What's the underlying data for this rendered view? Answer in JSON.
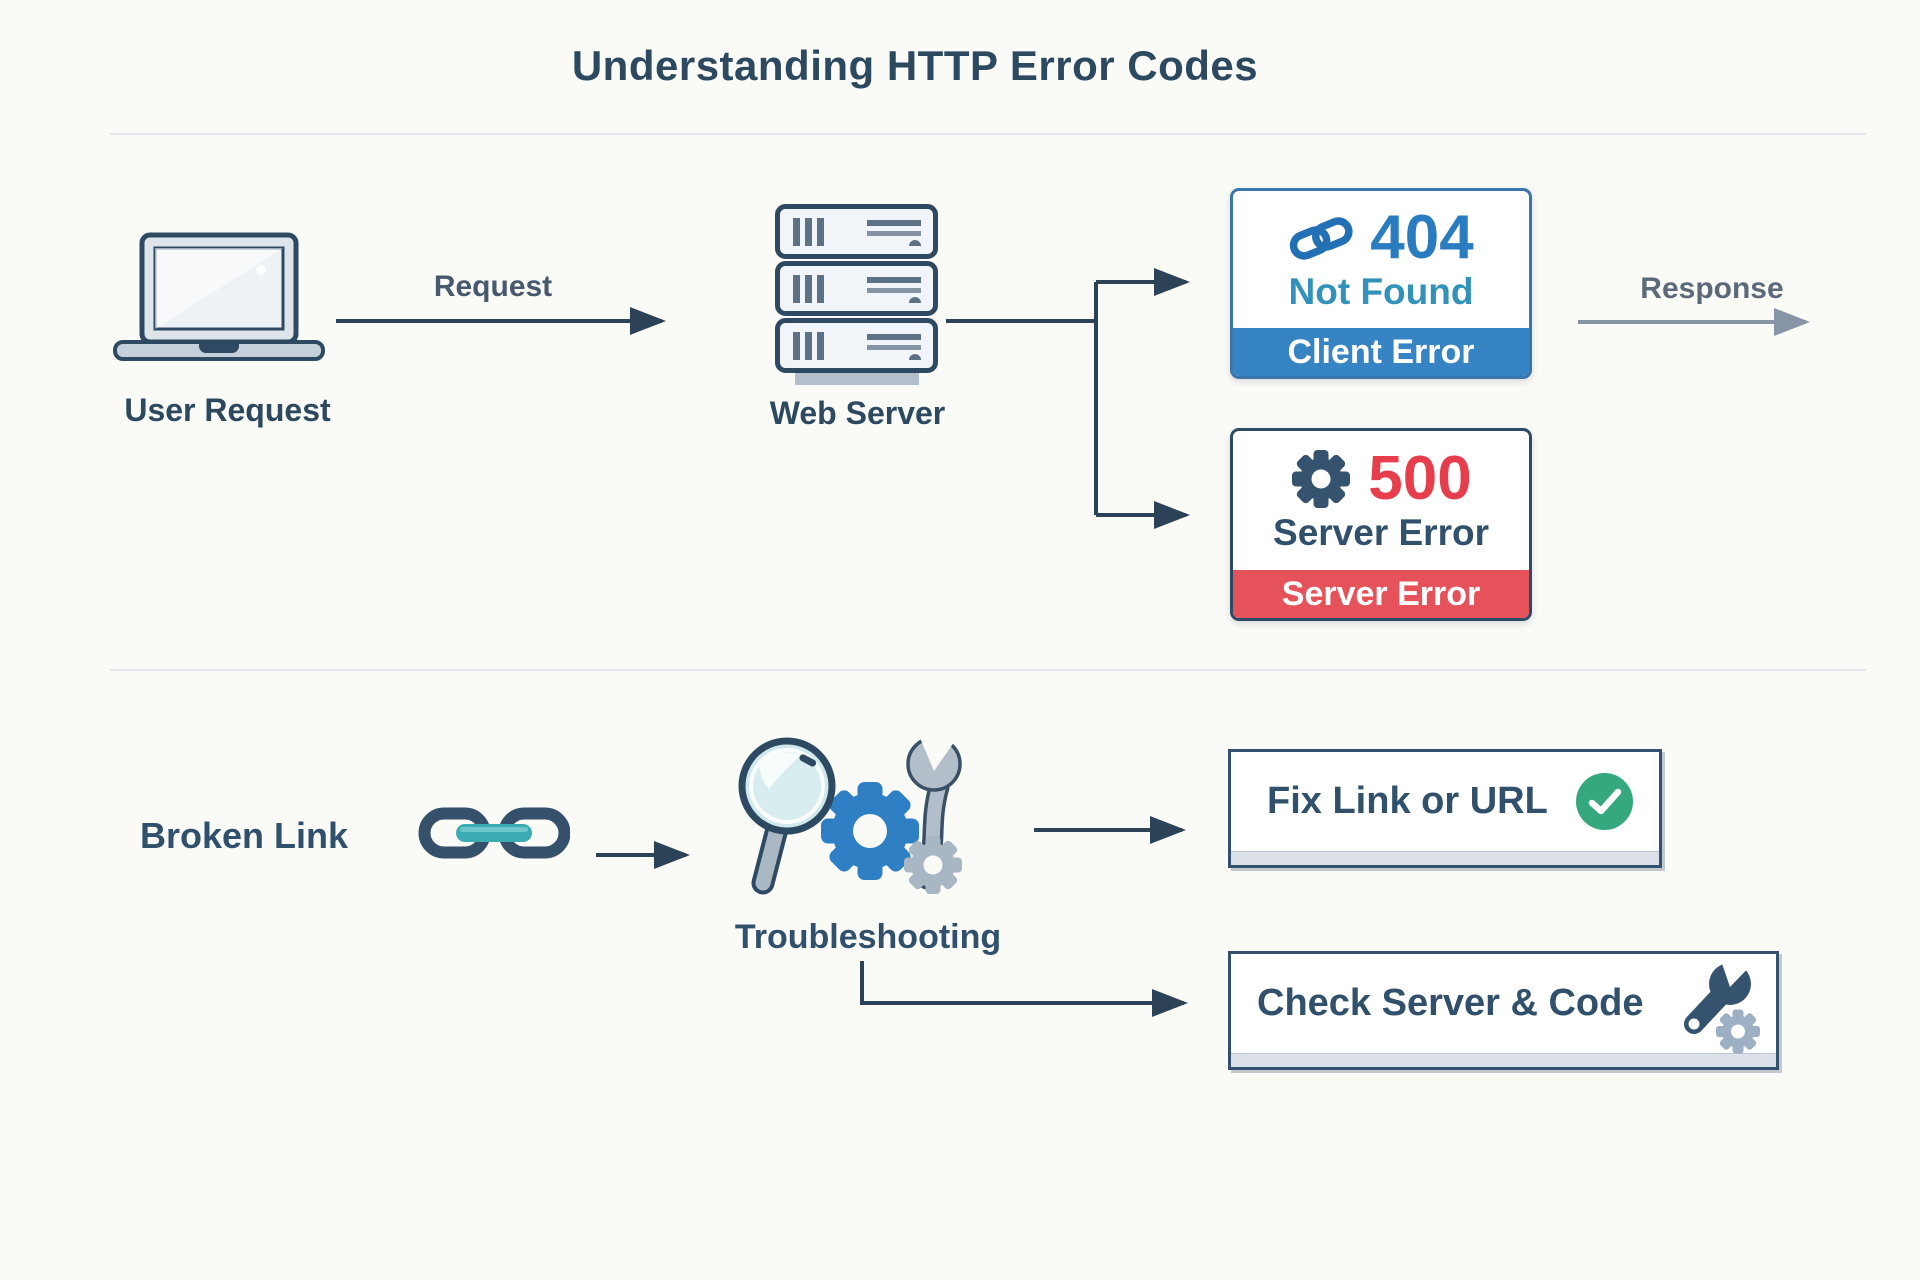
{
  "title": "Understanding HTTP Error Codes",
  "flow_top": {
    "user_request_label": "User Request",
    "request_label": "Request",
    "web_server_label": "Web Server",
    "response_label": "Response",
    "error_404": {
      "code": "404",
      "name": "Not Found",
      "category": "Client Error"
    },
    "error_500": {
      "code": "500",
      "name": "Server Error",
      "category": "Server Error"
    }
  },
  "flow_bottom": {
    "broken_link_label": "Broken Link",
    "troubleshooting_label": "Troubleshooting",
    "fix_link_label": "Fix Link or URL",
    "check_server_label": "Check Server & Code"
  },
  "colors": {
    "navy": "#2e4a62",
    "arrow_navy": "#2c4257",
    "arrow_gray": "#8795a6",
    "client_error_blue": "#3684c3",
    "code_404_blue": "#2a7cc0",
    "not_found_teal_blue": "#3292b9",
    "server_error_red": "#e6525a",
    "code_500_red": "#e73e4d",
    "success_green": "#35a97d",
    "link_teal": "#3cacb4",
    "background": "#fafaf7"
  },
  "icons": {
    "laptop": "laptop-icon",
    "server_stack": "server-stack-icon",
    "link_404": "link-icon",
    "gear_500": "gear-icon",
    "broken_chain": "broken-chain-link-icon",
    "troubleshooting": "magnifier-gears-wrench-icon",
    "check": "checkmark-circle-icon",
    "wrench_gear": "wrench-gear-icon"
  }
}
